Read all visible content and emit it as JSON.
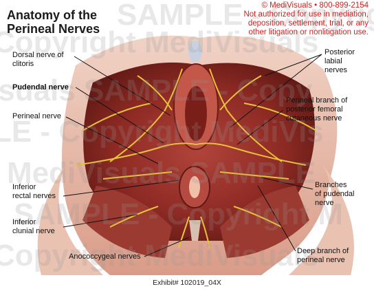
{
  "title": {
    "line1": "Anatomy of the",
    "line2": "Perineal Nerves"
  },
  "copyright": {
    "line1": "© MediVisuals • 800-899-2154",
    "line2": "Not authorized for use in mediation,",
    "line3": "deposition, settlement, trial, or any",
    "line4": "other litigation or nonlitigation use."
  },
  "labels": {
    "dorsal_l1": "Dorsal nerve of",
    "dorsal_l2": "clitoris",
    "pudendal": "Pudendal nerve",
    "perineal": "Perineal nerve",
    "inf_rectal_l1": "Inferior",
    "inf_rectal_l2": "rectal nerves",
    "inf_clunial_l1": "Inferior",
    "inf_clunial_l2": "clunial nerve",
    "anococcygeal": "Anococcygeal nerves",
    "post_labial_l1": "Posterior",
    "post_labial_l2": "labial",
    "post_labial_l3": "nerves",
    "femoral_l1": "Perineal branch of",
    "femoral_l2": "posterior femoral",
    "femoral_l3": "cutaneous nerve",
    "branches_l1": "Branches",
    "branches_l2": "of pudendal",
    "branches_l3": "nerve",
    "deep_l1": "Deep branch of",
    "deep_l2": "perineal nerve"
  },
  "watermark": {
    "row1": "SAMPLE - Copyright",
    "row2": "Copyright MediVisuals",
    "row3": "isuals  SAMPLE - Copy",
    "row4": "LE - Copyright MediVis",
    "row5": "MediVisuals  SAMPLE",
    "row6": "SAMPLE - Copyright M",
    "row7": "Copyright MediVisuals"
  },
  "exhibit": "Exhibit# 102019_04X",
  "colors": {
    "muscle": "#8e2a24",
    "nerve": "#e8c23a",
    "skin": "#e6b8a6",
    "copyright": "#d21f1f"
  }
}
